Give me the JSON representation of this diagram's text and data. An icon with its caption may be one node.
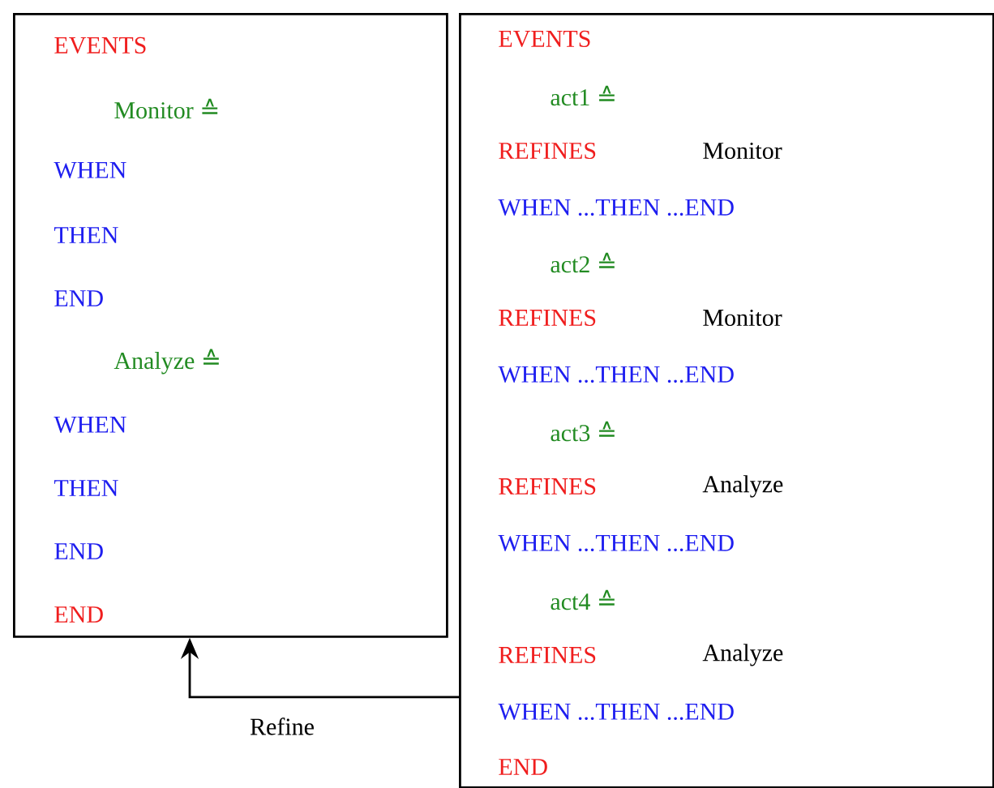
{
  "diagram": {
    "nodes": [
      {
        "text": [
          "EVENTS",
          "Monitor ≙",
          "WHEN",
          "THEN",
          "END",
          "Analyze ≙",
          "WHEN",
          "THEN",
          "END",
          "END"
        ]
      },
      {
        "text": [
          "EVENTS",
          "act1 ≙",
          "REFINES",
          "Monitor",
          "WHEN ...THEN ...END",
          "act2 ≙",
          "REFINES",
          "Monitor",
          "WHEN ...THEN ...END",
          "act3 ≙",
          "REFINES",
          "Analyze",
          "WHEN ...THEN ...END",
          "act4 ≙",
          "REFINES",
          "Analyze",
          "WHEN ...THEN ...END",
          "END"
        ]
      }
    ],
    "edges": [
      {
        "from": 1,
        "to": 0,
        "arrow": "to",
        "label": "Refine"
      }
    ]
  }
}
